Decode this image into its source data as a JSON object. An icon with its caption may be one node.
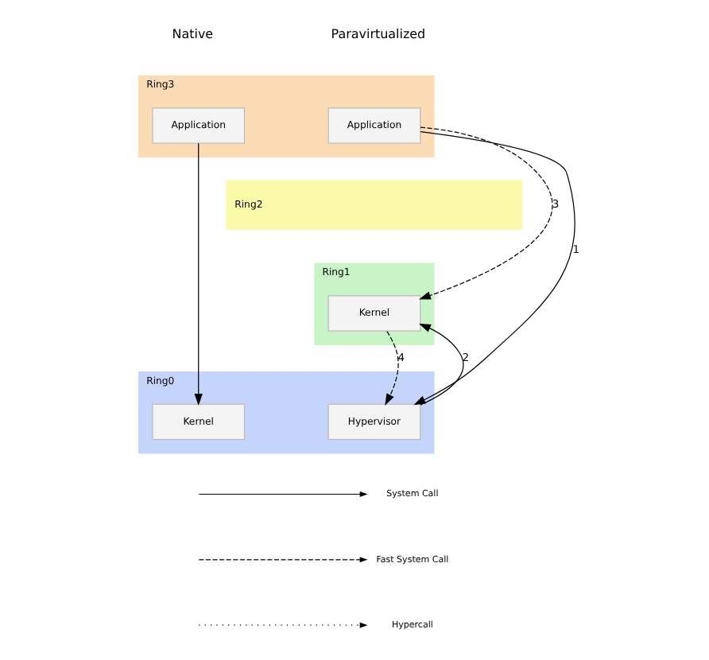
{
  "diagram": {
    "nodes": [
      {
        "text": [
          "Ring3"
        ]
      },
      {
        "text": [
          "Application"
        ],
        "in": 0
      },
      {
        "text": [
          "Application"
        ],
        "in": 0
      },
      {
        "text": [
          "Ring2"
        ]
      },
      {
        "text": [
          "Ring1"
        ]
      },
      {
        "text": [
          "Kernel"
        ],
        "in": 4
      },
      {
        "text": [
          "Ring0"
        ]
      },
      {
        "text": [
          "Kernel"
        ],
        "in": 6
      },
      {
        "text": [
          "Hypervisor"
        ],
        "in": 6
      }
    ],
    "edges": [
      {
        "from": 1,
        "to": 7,
        "arrow": "to"
      },
      {
        "from": 2,
        "to": 8,
        "arrow": "to",
        "label": "1"
      },
      {
        "from": 8,
        "to": 5,
        "arrow": "to",
        "label": "2"
      },
      {
        "from": 2,
        "to": 5,
        "arrow": "to",
        "label": "3",
        "style": "dashed"
      },
      {
        "from": 5,
        "to": 8,
        "arrow": "to",
        "label": "4",
        "style": "dashed"
      }
    ],
    "labels": [
      "Native",
      "Paravirtualized"
    ],
    "legend": [
      {
        "text": "System Call"
      },
      {
        "text": "Fast System Call"
      },
      {
        "text": "Hypercall"
      }
    ]
  }
}
